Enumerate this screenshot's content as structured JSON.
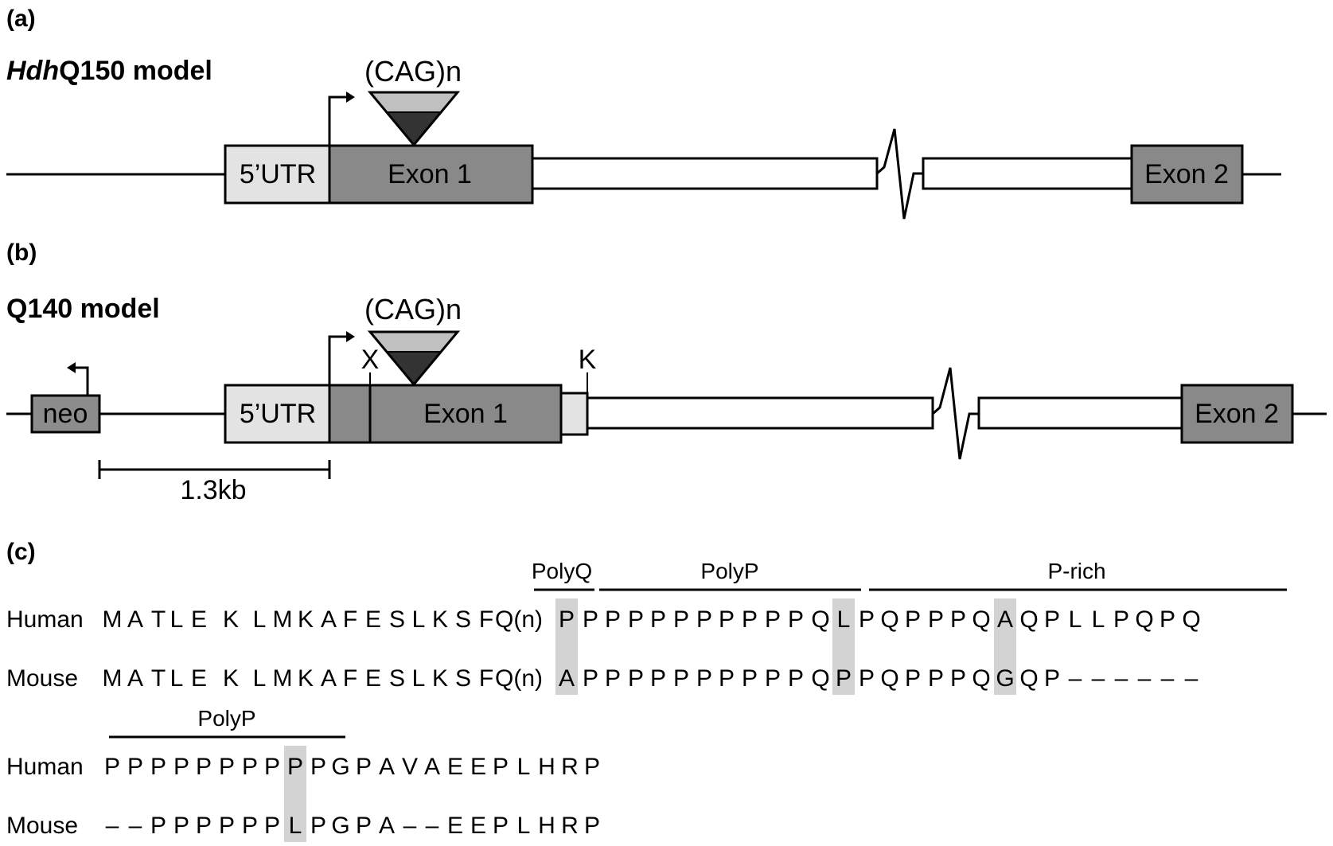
{
  "panel_a": {
    "panel_label": "(a)",
    "model_prefix": "Hdh",
    "model_suffix": "Q150 model",
    "cag_label": "(CAG)n",
    "utr_label": "5’UTR",
    "exon1_label": "Exon 1",
    "exon2_label": "Exon 2"
  },
  "panel_b": {
    "panel_label": "(b)",
    "model_title": "Q140 model",
    "cag_label": "(CAG)n",
    "neo_label": "neo",
    "utr_label": "5’UTR",
    "exon1_label": "Exon 1",
    "exon2_label": "Exon 2",
    "x_site": "X",
    "k_site": "K",
    "scale_label": "1.3kb"
  },
  "panel_c": {
    "panel_label": "(c)",
    "region_polyq": "PolyQ",
    "region_polyp": "PolyP",
    "region_prich": "P-rich",
    "region_polyp2": "PolyP",
    "row1_human_label": "Human",
    "row1_mouse_label": "Mouse",
    "row2_human_label": "Human",
    "row2_mouse_label": "Mouse",
    "human_line1": [
      "M",
      "A",
      "T",
      "L",
      "E",
      "K",
      "L",
      "M",
      "K",
      "A",
      "F",
      "E",
      "S",
      "L",
      "K",
      "S",
      "F",
      "Q(n)",
      "P",
      "P",
      "P",
      "P",
      "P",
      "P",
      "P",
      "P",
      "P",
      "P",
      "P",
      "Q",
      "L",
      "P",
      "Q",
      "P",
      "P",
      "P",
      "Q",
      "A",
      "Q",
      "P",
      "L",
      "L",
      "P",
      "Q",
      "P",
      "Q"
    ],
    "mouse_line1": [
      "M",
      "A",
      "T",
      "L",
      "E",
      "K",
      "L",
      "M",
      "K",
      "A",
      "F",
      "E",
      "S",
      "L",
      "K",
      "S",
      "F",
      "Q(n)",
      "A",
      "P",
      "P",
      "P",
      "P",
      "P",
      "P",
      "P",
      "P",
      "P",
      "P",
      "Q",
      "P",
      "P",
      "Q",
      "P",
      "P",
      "P",
      "Q",
      "G",
      "Q",
      "P",
      "–",
      "–",
      "–",
      "–",
      "–",
      "–"
    ],
    "human_line2": [
      "P",
      "P",
      "P",
      "P",
      "P",
      "P",
      "P",
      "P",
      "P",
      "P",
      "G",
      "P",
      "A",
      "V",
      "A",
      "E",
      "E",
      "P",
      "L",
      "H",
      "R",
      "P"
    ],
    "mouse_line2": [
      "–",
      "–",
      "P",
      "P",
      "P",
      "P",
      "P",
      "P",
      "L",
      "P",
      "G",
      "P",
      "A",
      "–",
      "–",
      "E",
      "E",
      "P",
      "L",
      "H",
      "R",
      "P"
    ],
    "colors": {
      "highlight": "#d3d3d3"
    }
  },
  "colors": {
    "exon_dark": "#898989",
    "utr_light": "#e3e3e3",
    "neo_fill": "#8c8c8c",
    "cag_top": "#c0c0c0",
    "cag_bottom": "#333333"
  }
}
